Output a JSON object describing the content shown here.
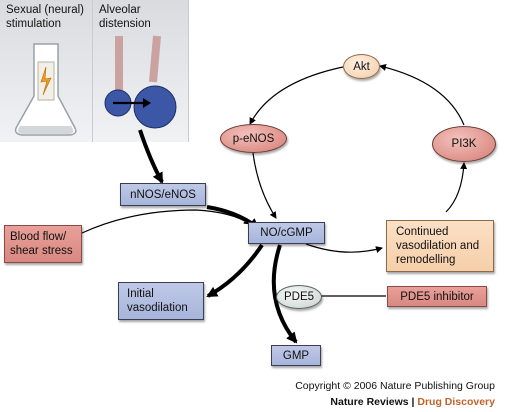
{
  "panels": {
    "left_caption": "Sexual (neural)\nstimulation",
    "right_caption": "Alveolar\ndistension"
  },
  "nodes": {
    "nnos_enos": "nNOS/eNOS",
    "blood_flow": "Blood flow/\nshear stress",
    "no_cgmp": "NO/cGMP",
    "continued": "Continued\nvasodilation and\nremodelling",
    "initial": "Initial\nvasodilation",
    "pde5": "PDE5",
    "pde5_inhibitor": "PDE5 inhibitor",
    "gmp": "GMP",
    "peNOS": "p-eNOS",
    "akt": "Akt",
    "pi3k": "PI3K"
  },
  "footer": {
    "copyright": "Copyright © 2006 Nature Publishing Group",
    "journal": "Nature Reviews",
    "separator": " | ",
    "section": "Drug Discovery"
  },
  "colors": {
    "blue_box": "#a7b5dc",
    "red_box": "#d88880",
    "peach_box": "#f6cfa8",
    "accent": "#c0622a"
  }
}
